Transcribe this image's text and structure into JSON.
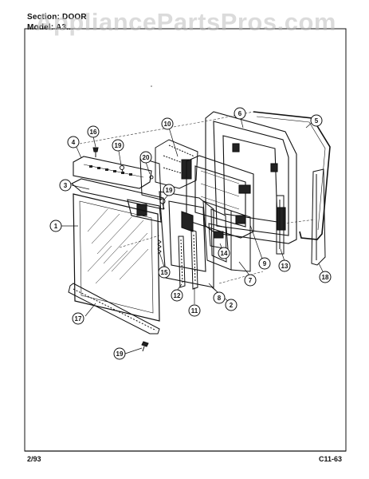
{
  "header": {
    "section_text": "Section: DOOR",
    "model_text": "Model: A3..."
  },
  "footer": {
    "date": "2/93",
    "code": "C11-63"
  },
  "watermark": "AppliancePartsPros.com",
  "callouts": [
    {
      "label": "1"
    },
    {
      "label": "2"
    },
    {
      "label": "3"
    },
    {
      "label": "4"
    },
    {
      "label": "5"
    },
    {
      "label": "6"
    },
    {
      "label": "7"
    },
    {
      "label": "8"
    },
    {
      "label": "9"
    },
    {
      "label": "10"
    },
    {
      "label": "11"
    },
    {
      "label": "12"
    },
    {
      "label": "13"
    },
    {
      "label": "14"
    },
    {
      "label": "15"
    },
    {
      "label": "16"
    },
    {
      "label": "17"
    },
    {
      "label": "18"
    },
    {
      "label": "19"
    },
    {
      "label": "19"
    },
    {
      "label": "19"
    },
    {
      "label": "20"
    }
  ],
  "colors": {
    "ink": "#111111",
    "paper": "#ffffff",
    "watermark": "#bebebe"
  }
}
